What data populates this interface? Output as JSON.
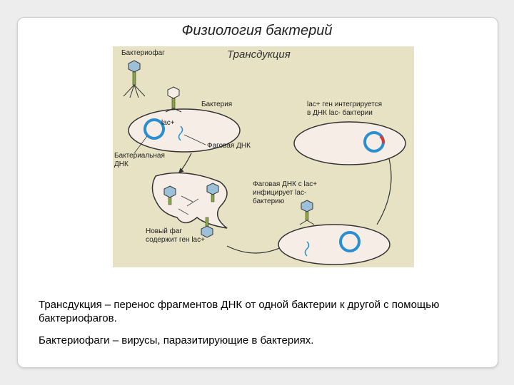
{
  "slide": {
    "title": "Физиология бактерий",
    "description": "Трансдукция – перенос фрагментов ДНК от одной бактерии к другой с помощью бактериофагов.",
    "definition": "Бактериофаги – вирусы, паразитирующие в бактериях."
  },
  "figure": {
    "title": "Трансдукция",
    "labels": {
      "bacteriophage": "Бактериофаг",
      "bacterium": "Бактерия",
      "lac_plus": "lac+",
      "phage_dna": "Фаговая ДНК",
      "bacterial_dna_1": "Бактериальная",
      "bacterial_dna_2": "ДНК",
      "new_phage_1": "Новый фаг",
      "new_phage_2": "содержит ген lac+",
      "infects_1": "Фаговая ДНК с lac+",
      "infects_2": "инфицирует lac-",
      "infects_3": "бактерию",
      "integrates_1": "lac+ ген интегрируется",
      "integrates_2": "в ДНК lac- бактерии"
    }
  },
  "colors": {
    "figure_bg": "#e8e2c4",
    "cell_fill": "#f6eee6",
    "dna_blue": "#2a8fd0",
    "gene_red": "#d23c3c",
    "phage_green": "#8aa840"
  }
}
